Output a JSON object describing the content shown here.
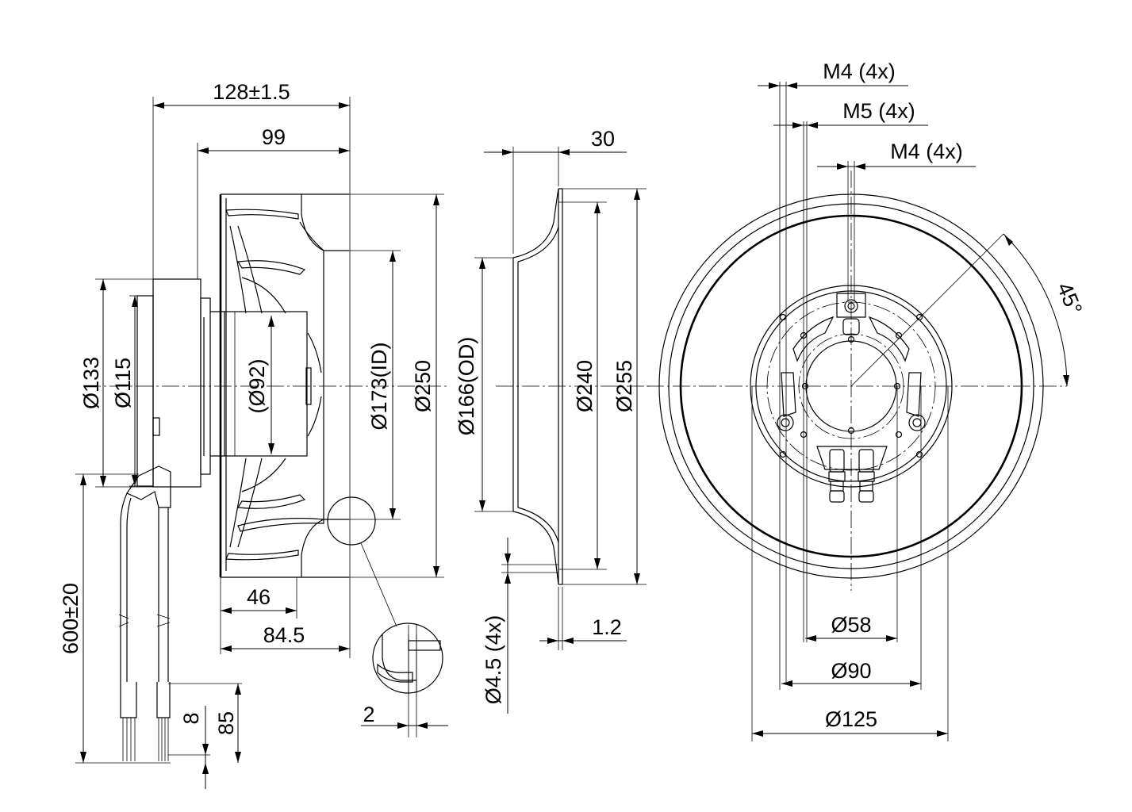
{
  "side_view": {
    "dim_overall_length": "128±1.5",
    "dim_housing_length": "99",
    "dim_motor_dia": "Ø133",
    "dim_motor_inner_dia": "Ø115",
    "dim_hub_dia": "(Ø92)",
    "dim_inlet_id": "Ø173(ID)",
    "dim_impeller_dia": "Ø250",
    "dim_blade_width": "46",
    "dim_impeller_depth": "84.5",
    "dim_cable_length": "600±20",
    "dim_strip_8": "8",
    "dim_strip_85": "85",
    "dim_gap": "2"
  },
  "nozzle_view": {
    "dim_depth": "30",
    "dim_od": "Ø166(OD)",
    "dim_240": "Ø240",
    "dim_255": "Ø255",
    "dim_holes": "Ø4.5 (4x)",
    "dim_thickness": "1.2"
  },
  "front_view": {
    "thread_m4_a": "M4 (4x)",
    "thread_m5": "M5 (4x)",
    "thread_m4_b": "M4 (4x)",
    "angle": "45°",
    "dim_58": "Ø58",
    "dim_90": "Ø90",
    "dim_125": "Ø125"
  }
}
